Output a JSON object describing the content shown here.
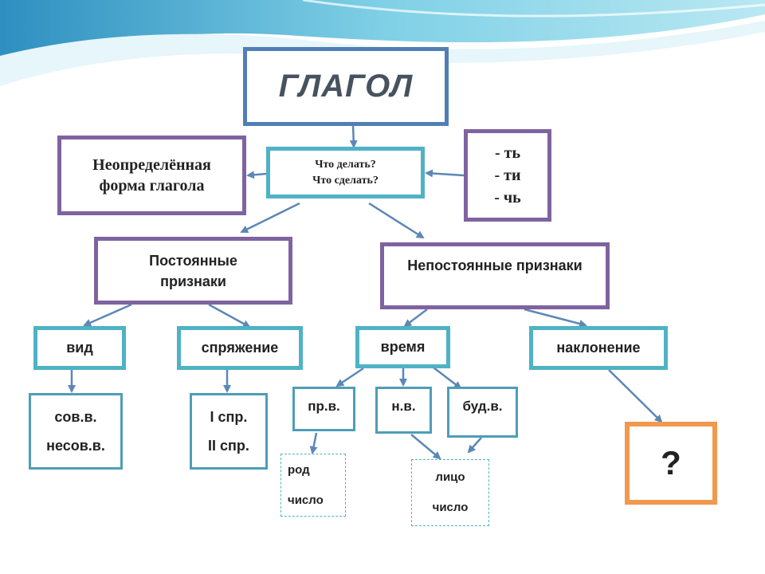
{
  "colors": {
    "title_border": "#4f7fb4",
    "purple_border": "#7f63a0",
    "teal_border": "#4fb2c6",
    "orange_border": "#f2984e",
    "arrow": "#5d87b5"
  },
  "verb": {
    "title": "ГЛАГОЛ"
  },
  "infinitive": {
    "line1": "Неопределённая",
    "line2": "форма глагола"
  },
  "questions": {
    "line1": "Что делать?",
    "line2": "Что сделать?"
  },
  "suffixes": {
    "line1": "- ть",
    "line2": "- ти",
    "line3": "- чь"
  },
  "constant": {
    "line1": "Постоянные",
    "line2": "признаки"
  },
  "variable": {
    "label": "Непостоянные признаки"
  },
  "aspect": {
    "label": "вид",
    "line1": "сов.в.",
    "line2": "несов.в."
  },
  "conjugation": {
    "label": "спряжение",
    "line1": "I спр.",
    "line2": "II спр."
  },
  "tense": {
    "label": "время",
    "past": "пр.в.",
    "present": "н.в.",
    "future": "буд.в."
  },
  "past_features": {
    "line1": "род",
    "line2": "число"
  },
  "person_features": {
    "line1": "лицо",
    "line2": "число"
  },
  "mood": {
    "label": "наклонение",
    "answer": "?"
  }
}
